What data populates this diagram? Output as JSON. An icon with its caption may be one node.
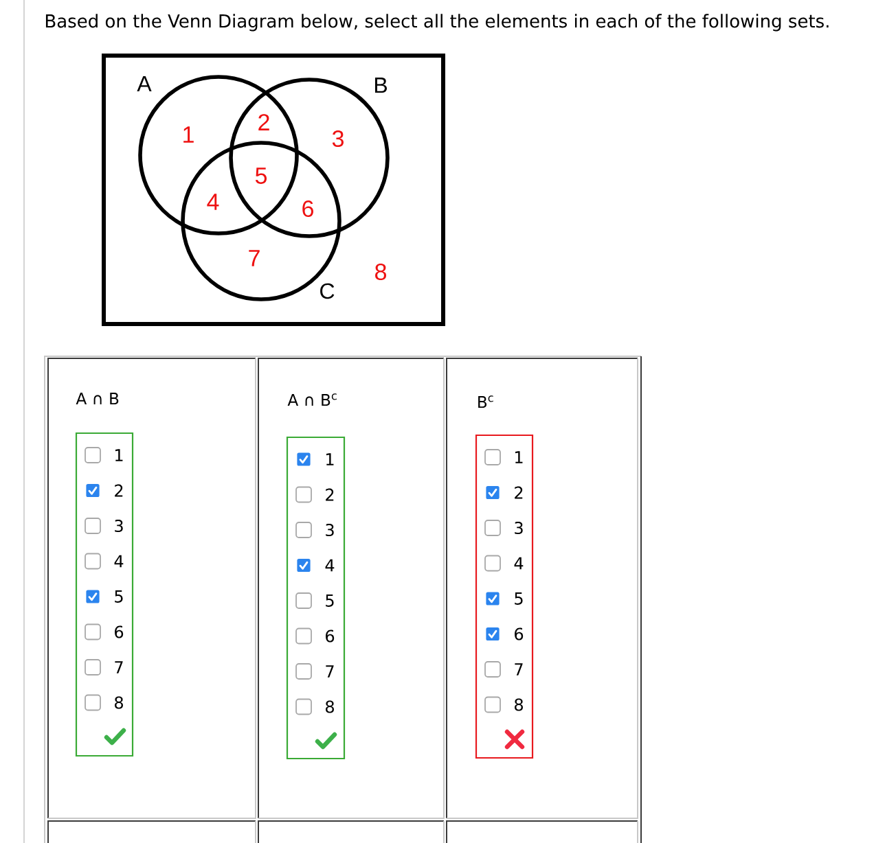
{
  "diagram": {
    "title": "Based on the Venn Diagram below, select all the elements in each of the following sets.",
    "nodes": [
      {
        "text": [],
        "shape": "box"
      },
      {
        "text": [
          "A"
        ],
        "in": 0
      },
      {
        "text": [
          "B"
        ],
        "in": 0
      },
      {
        "text": [
          "C"
        ],
        "in": 0
      },
      {
        "text": [],
        "shape": "box"
      },
      {
        "text": [
          "A ∩ B"
        ],
        "in": 4
      },
      {
        "text": [],
        "shape": "box",
        "in": 5
      },
      {
        "text": [
          "1"
        ],
        "in": 6
      },
      {
        "text": [
          "2"
        ],
        "in": 6
      },
      {
        "text": [
          "3"
        ],
        "in": 6
      },
      {
        "text": [
          "4"
        ],
        "in": 6
      },
      {
        "text": [
          "5"
        ],
        "in": 6
      },
      {
        "text": [
          "6"
        ],
        "in": 6
      },
      {
        "text": [
          "7"
        ],
        "in": 6
      },
      {
        "text": [
          "8"
        ],
        "in": 6
      },
      {
        "text": [
          "A ∩ B$^{c}$"
        ],
        "in": 4
      },
      {
        "text": [],
        "shape": "box",
        "in": 15
      },
      {
        "text": [
          "1"
        ],
        "in": 16
      },
      {
        "text": [
          "2"
        ],
        "in": 16
      },
      {
        "text": [
          "3"
        ],
        "in": 16
      },
      {
        "text": [
          "4"
        ],
        "in": 16
      },
      {
        "text": [
          "5"
        ],
        "in": 16
      },
      {
        "text": [
          "6"
        ],
        "in": 16
      },
      {
        "text": [
          "7"
        ],
        "in": 16
      },
      {
        "text": [
          "8"
        ],
        "in": 16
      },
      {
        "text": [
          "B$^{c}$"
        ],
        "in": 4
      },
      {
        "text": [],
        "shape": "box",
        "in": 25
      },
      {
        "text": [
          "1"
        ],
        "in": 26
      },
      {
        "text": [
          "2"
        ],
        "in": 26
      },
      {
        "text": [
          "3"
        ],
        "in": 26
      },
      {
        "text": [
          "4"
        ],
        "in": 26
      },
      {
        "text": [
          "5"
        ],
        "in": 26
      },
      {
        "text": [
          "6"
        ],
        "in": 26
      },
      {
        "text": [
          "7"
        ],
        "in": 26
      },
      {
        "text": [
          "8"
        ],
        "in": 26
      },
      {
        "text": [],
        "shape": "box",
        "in": 4
      },
      {
        "text": [],
        "shape": "box",
        "in": 4
      },
      {
        "text": [],
        "shape": "box",
        "in": 4
      }
    ],
    "labels": [
      "1",
      "2",
      "3",
      "4",
      "5",
      "6",
      "7",
      "8"
    ]
  }
}
